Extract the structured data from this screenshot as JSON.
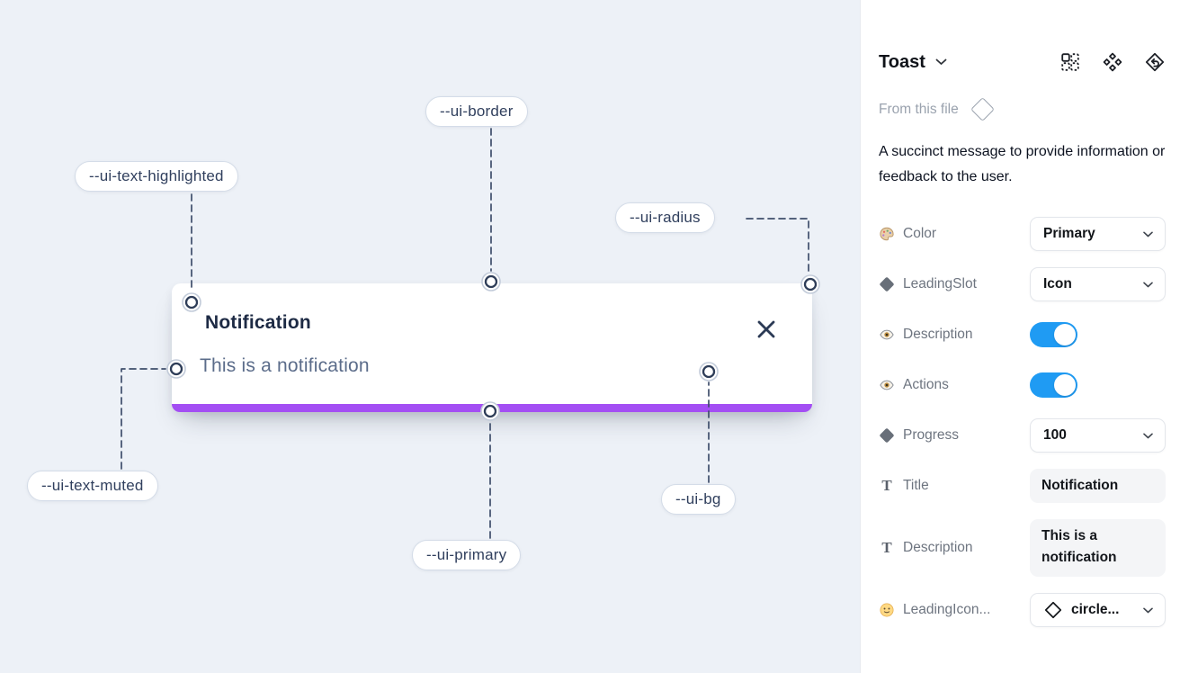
{
  "toast": {
    "title": "Notification",
    "description": "This is a notification"
  },
  "canvas": {
    "annotations": [
      {
        "label": "--ui-border"
      },
      {
        "label": "--ui-text-highlighted"
      },
      {
        "label": "--ui-radius"
      },
      {
        "label": "--ui-text-muted"
      },
      {
        "label": "--ui-primary"
      },
      {
        "label": "--ui-bg"
      }
    ]
  },
  "panel": {
    "header": {
      "title": "Toast",
      "icons": [
        "grid-instance-icon",
        "component-icon",
        "return-icon"
      ]
    },
    "source": {
      "label": "From this file",
      "icon": "diamond-outline-icon"
    },
    "about": "A succinct message to provide information or feedback to the user.",
    "properties": [
      {
        "icon": "palette-icon",
        "label": "Color",
        "control": "select",
        "value": "Primary"
      },
      {
        "icon": "diamond-icon",
        "label": "LeadingSlot",
        "control": "select",
        "value": "Icon"
      },
      {
        "icon": "eye-icon",
        "label": "Description",
        "control": "toggle",
        "value": "on"
      },
      {
        "icon": "eye-icon",
        "label": "Actions",
        "control": "toggle",
        "value": "on"
      },
      {
        "icon": "diamond-icon",
        "label": "Progress",
        "control": "select",
        "value": "100"
      },
      {
        "icon": "text-icon",
        "label": "Title",
        "control": "text",
        "value": "Notification"
      },
      {
        "icon": "text-icon",
        "label": "Description",
        "control": "text",
        "value": "This is a notification"
      },
      {
        "icon": "smiley-icon",
        "label": "LeadingIcon...",
        "control": "icon-select",
        "value": "circle..."
      }
    ]
  },
  "colors": {
    "canvas_bg": "#edf1f7",
    "panel_bg": "#ffffff",
    "primary_bar": "#a34ef3",
    "toggle_on": "#1f9bf3",
    "dashed_line": "#3f4e6b",
    "toast_title": "#1d2a44",
    "toast_muted": "#5b6c8a"
  }
}
